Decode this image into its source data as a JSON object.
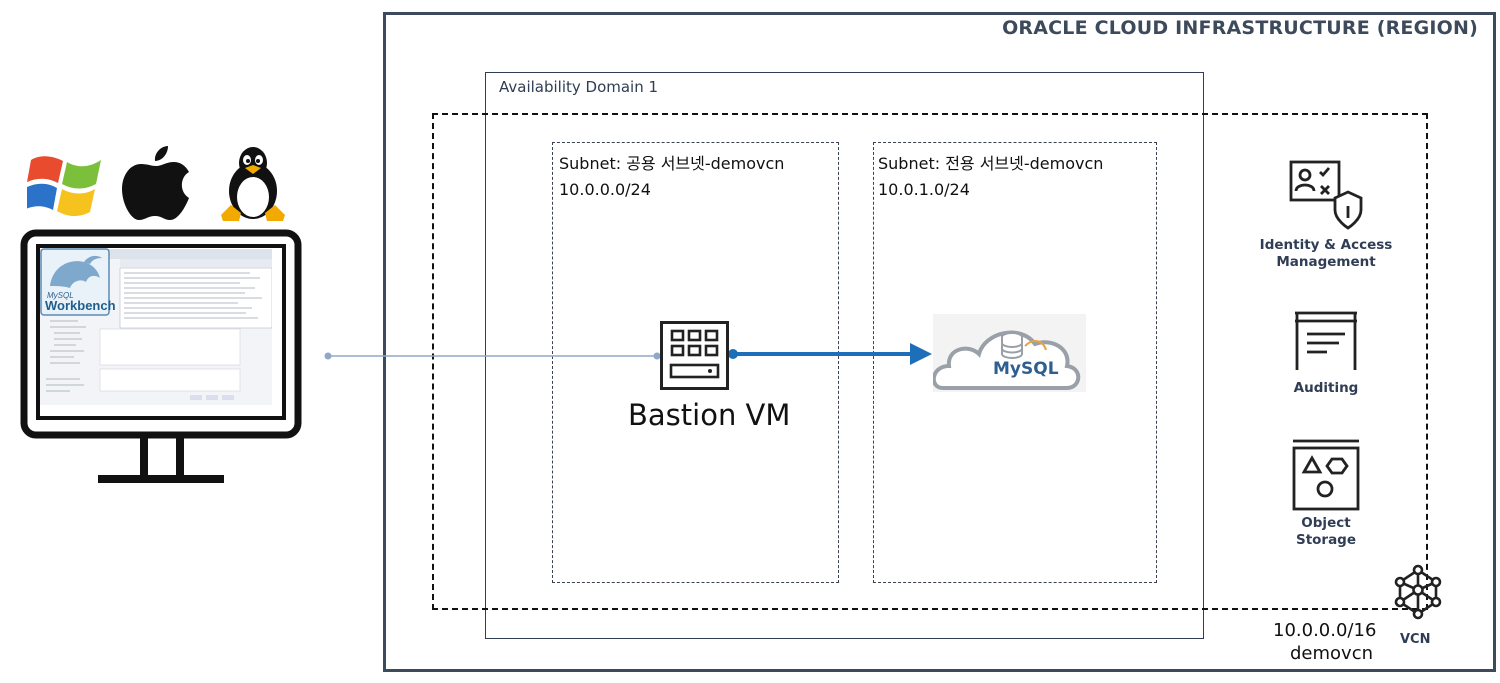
{
  "region": {
    "title": "ORACLE CLOUD INFRASTRUCTURE (REGION)"
  },
  "availability_domain": {
    "label": "Availability Domain 1"
  },
  "subnets": {
    "public": {
      "name": "Subnet: 공용 서브넷-demovcn",
      "cidr": "10.0.0.0/24"
    },
    "private": {
      "name": "Subnet: 전용 서브넷-demovcn",
      "cidr": "10.0.1.0/24"
    }
  },
  "bastion": {
    "label": "Bastion VM"
  },
  "mysql": {
    "label": "MySQL"
  },
  "workbench": {
    "brand": "MySQL",
    "label": "Workbench"
  },
  "services": {
    "identity": {
      "line1": "Identity & Access",
      "line2": "Management"
    },
    "auditing": {
      "label": "Auditing"
    },
    "object_storage": {
      "line1": "Object",
      "line2": "Storage"
    }
  },
  "vcn": {
    "cidr": "10.0.0.0/16",
    "name": "demovcn",
    "label": "VCN"
  },
  "colors": {
    "frame": "#3d4a5c",
    "accent": "#2f3d55",
    "arrow": "#1c6fb8",
    "connector": "#8fa8c8"
  }
}
